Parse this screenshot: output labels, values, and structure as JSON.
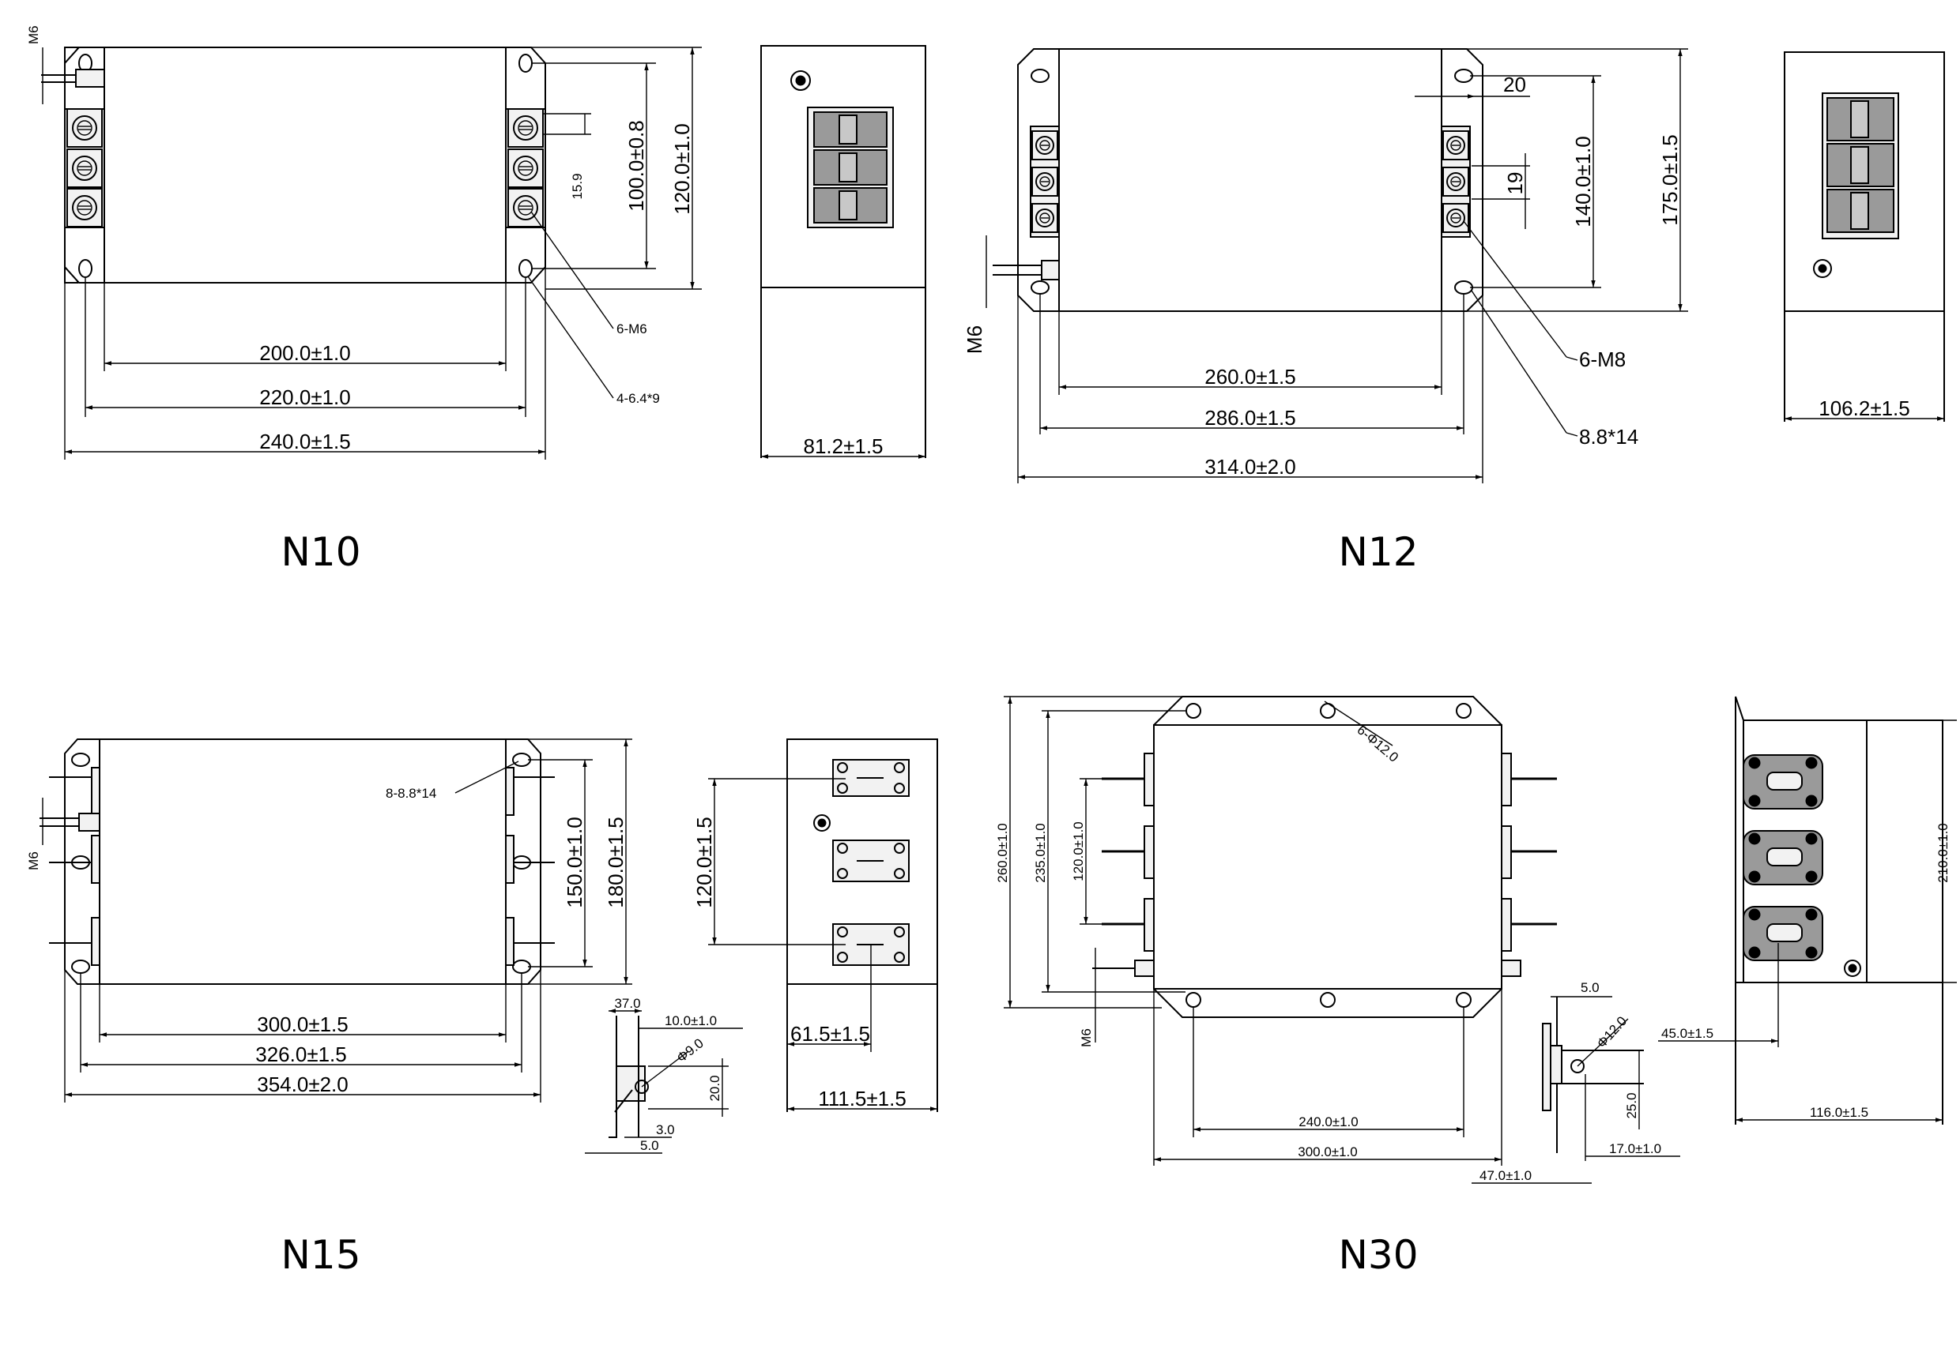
{
  "views": {
    "n10": {
      "caption": "N10",
      "screw_label": "M6",
      "dims": {
        "width_200": "200.0±1.0",
        "width_220": "220.0±1.0",
        "width_240": "240.0±1.5",
        "height_100": "100.0±0.8",
        "height_120": "120.0±1.0",
        "pitch": "15.9",
        "side_depth": "81.2±1.5"
      },
      "callouts": {
        "terminals": "6-M6",
        "holes": "4-6.4*9"
      }
    },
    "n12": {
      "caption": "N12",
      "screw_label": "M6",
      "dims": {
        "width_260": "260.0±1.5",
        "width_286": "286.0±1.5",
        "width_314": "314.0±2.0",
        "height_140": "140.0±1.0",
        "height_175": "175.0±1.5",
        "offset": "20",
        "pitch": "19",
        "side_depth": "106.2±1.5"
      },
      "callouts": {
        "terminals": "6-M8",
        "holes": "8.8*14"
      }
    },
    "n15": {
      "caption": "N15",
      "screw_label": "M6",
      "dims": {
        "width_300": "300.0±1.5",
        "width_326": "326.0±1.5",
        "width_354": "354.0±2.0",
        "height_150": "150.0±1.0",
        "height_180": "180.0±1.5",
        "side_120": "120.0±1.5",
        "side_61": "61.5±1.5",
        "side_depth": "111.5±1.5",
        "bracket_37": "37.0",
        "bracket_10": "10.0±1.0",
        "bracket_hole": "Φ9.0",
        "bracket_20": "20.0",
        "bracket_3": "3.0",
        "bracket_5": "5.0"
      },
      "callouts": {
        "holes": "8-8.8*14"
      }
    },
    "n30": {
      "caption": "N30",
      "screw_label": "M6",
      "dims": {
        "height_260": "260.0±1.0",
        "height_235": "235.0±1.0",
        "height_120": "120.0±1.0",
        "width_240": "240.0±1.0",
        "width_300": "300.0±1.0",
        "bracket_5": "5.0",
        "bracket_hole": "Φ12.0",
        "bracket_25": "25.0",
        "bracket_17": "17.0±1.0",
        "bracket_47": "47.0±1.0",
        "side_45": "45.0±1.5",
        "side_210": "210.0±1.0",
        "side_depth": "116.0±1.5"
      },
      "callouts": {
        "holes": "6-Φ12.0"
      }
    }
  }
}
